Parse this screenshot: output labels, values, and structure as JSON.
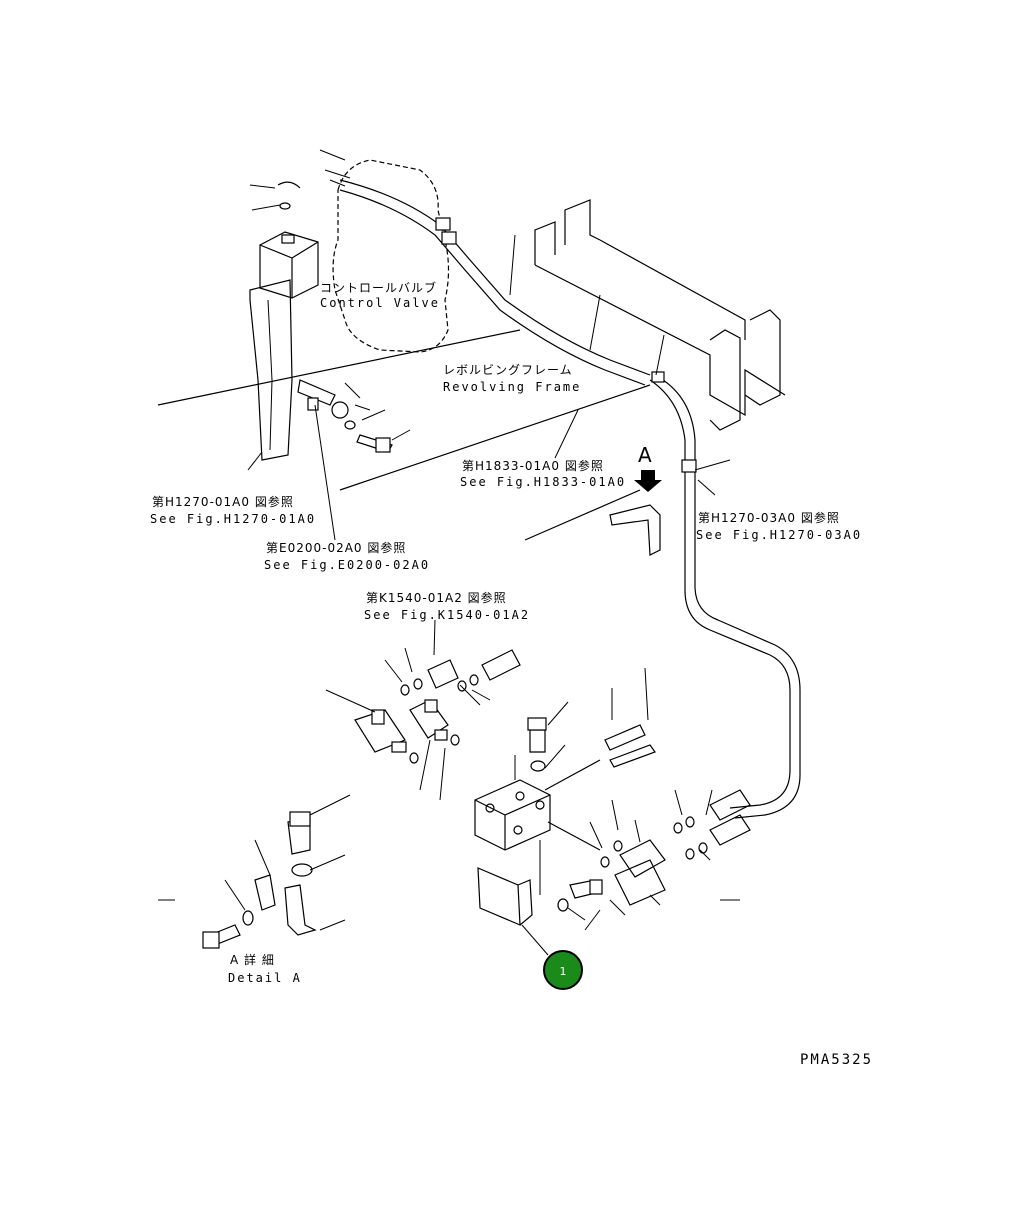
{
  "labels": {
    "control_valve_jp": "コントロールバルブ",
    "control_valve_en": "Control Valve",
    "revolving_frame_jp": "レボルビングフレーム",
    "revolving_frame_en": "Revolving Frame",
    "ref_h1833_jp": "第H1833-01A0 図参照",
    "ref_h1833_en": "See Fig.H1833-01A0",
    "ref_h1270_01_jp": "第H1270-01A0 図参照",
    "ref_h1270_01_en": "See Fig.H1270-01A0",
    "ref_e0200_jp": "第E0200-02A0 図参照",
    "ref_e0200_en": "See Fig.E0200-02A0",
    "ref_h1270_03_jp": "第H1270-03A0 図参照",
    "ref_h1270_03_en": "See Fig.H1270-03A0",
    "ref_k1540_jp": "第K1540-01A2 図参照",
    "ref_k1540_en": "See Fig.K1540-01A2",
    "view_arrow": "A",
    "detail_a_jp": "A 詳 細",
    "detail_a_en": "Detail A",
    "drawing_code": "PMA5325"
  },
  "callouts": [
    {
      "number": "1",
      "color": "#1a8a1a"
    }
  ]
}
